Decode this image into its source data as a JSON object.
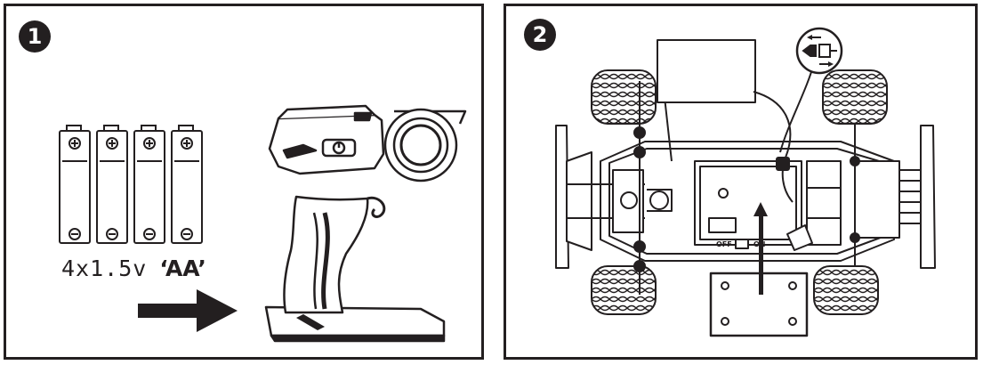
{
  "panels": [
    {
      "step": "1",
      "battery_count_text": "4x1.5v",
      "battery_type_text": "‘AA’",
      "icons": [
        "aa-battery-icon",
        "transmitter-icon",
        "insert-arrow-icon"
      ]
    },
    {
      "step": "2",
      "switch_off_text": "OFF",
      "switch_on_text": "ON",
      "icons": [
        "rc-car-chassis-icon",
        "battery-pack-icon",
        "connector-plug-icon",
        "insert-arrow-icon"
      ]
    }
  ],
  "colors": {
    "ink": "#231f20",
    "background": "#ffffff",
    "shade": "#d8d8d8"
  }
}
